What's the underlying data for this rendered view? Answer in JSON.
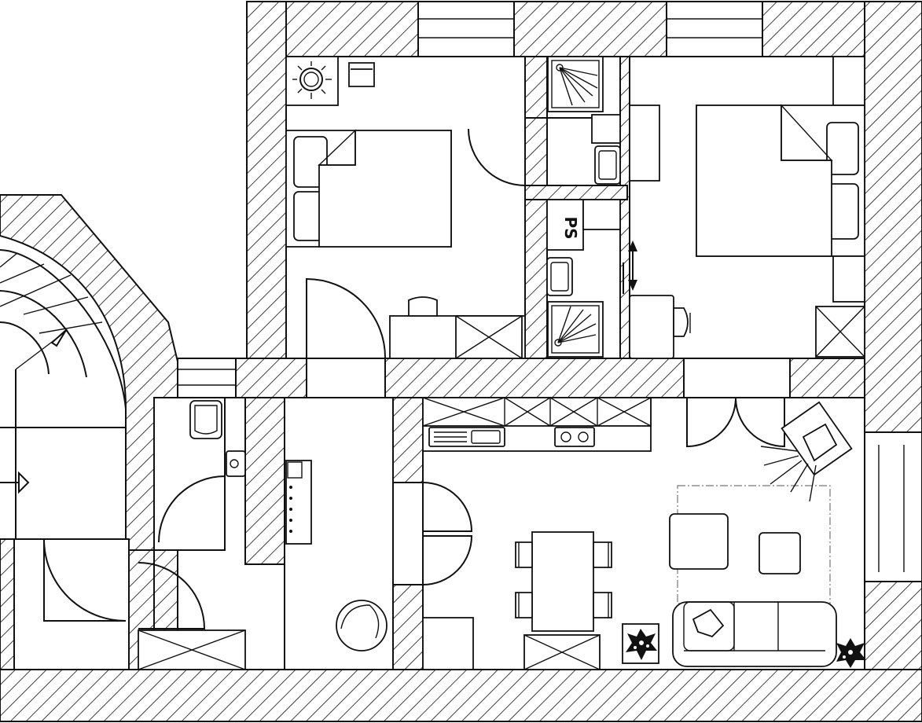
{
  "labels": {
    "shaft": "PS"
  },
  "colors": {
    "line": "#111111",
    "background": "#ffffff",
    "rug_outline": "#777777"
  },
  "icons": {
    "up_down_arrow": "double-arrow-vertical",
    "stair_direction": "arrow-head"
  }
}
